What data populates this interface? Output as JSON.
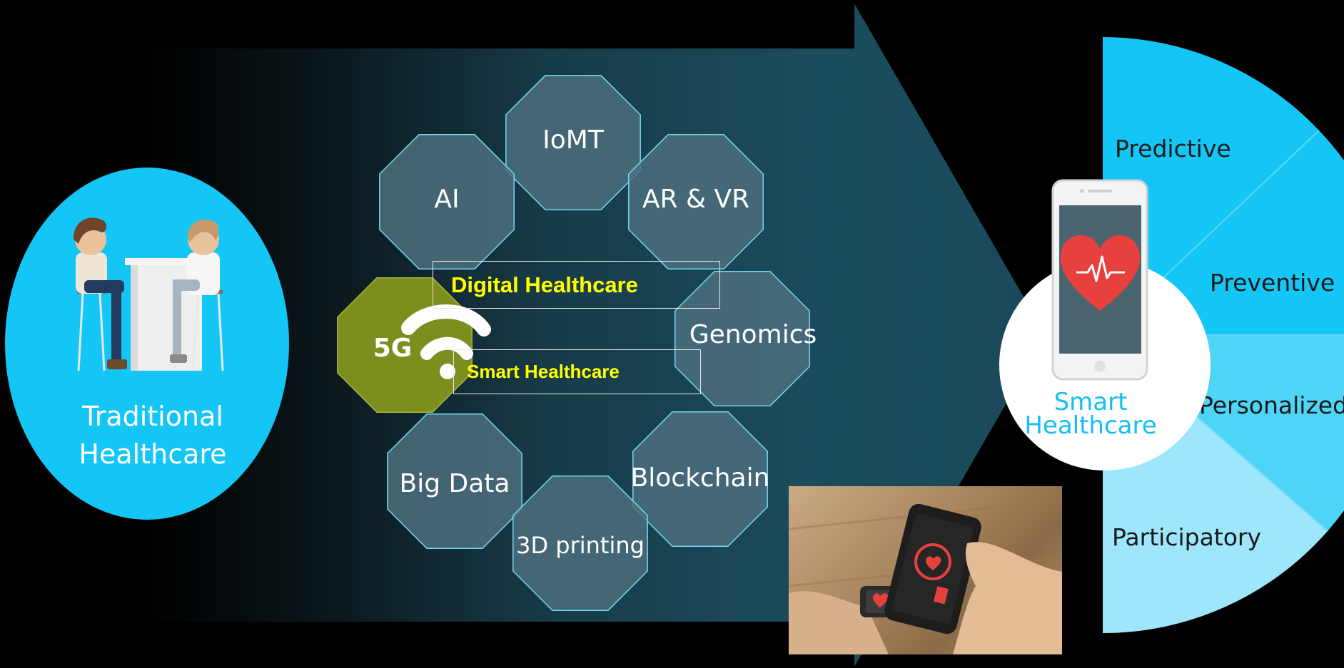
{
  "left_circle": {
    "label_line1": "Traditional",
    "label_line2": "Healthcare"
  },
  "technologies": [
    {
      "id": "iomt",
      "label": "IoMT"
    },
    {
      "id": "ai",
      "label": "AI"
    },
    {
      "id": "arvr",
      "label": "AR & VR"
    },
    {
      "id": "5g",
      "label": "5G"
    },
    {
      "id": "genomics",
      "label": "Genomics"
    },
    {
      "id": "bigdata",
      "label": "Big Data"
    },
    {
      "id": "blockchain",
      "label": "Blockchain"
    },
    {
      "id": "3dprinting",
      "label": "3D printing"
    }
  ],
  "overlay": {
    "digital": "Digital Healthcare",
    "smart": "Smart Healthcare"
  },
  "right_circle": {
    "label_line1": "Smart",
    "label_line2": "Healthcare"
  },
  "p4_segments": [
    "Predictive",
    "Preventive",
    "Personalized",
    "Participatory"
  ],
  "colors": {
    "accent_blue": "#14c6f5",
    "octagon_fill": "#4c6f7e",
    "octagon_stroke": "#74d8ef",
    "fiveg_fill": "#7d8d1e",
    "overlay_text": "#ffff00",
    "heart_red": "#e8413d"
  }
}
